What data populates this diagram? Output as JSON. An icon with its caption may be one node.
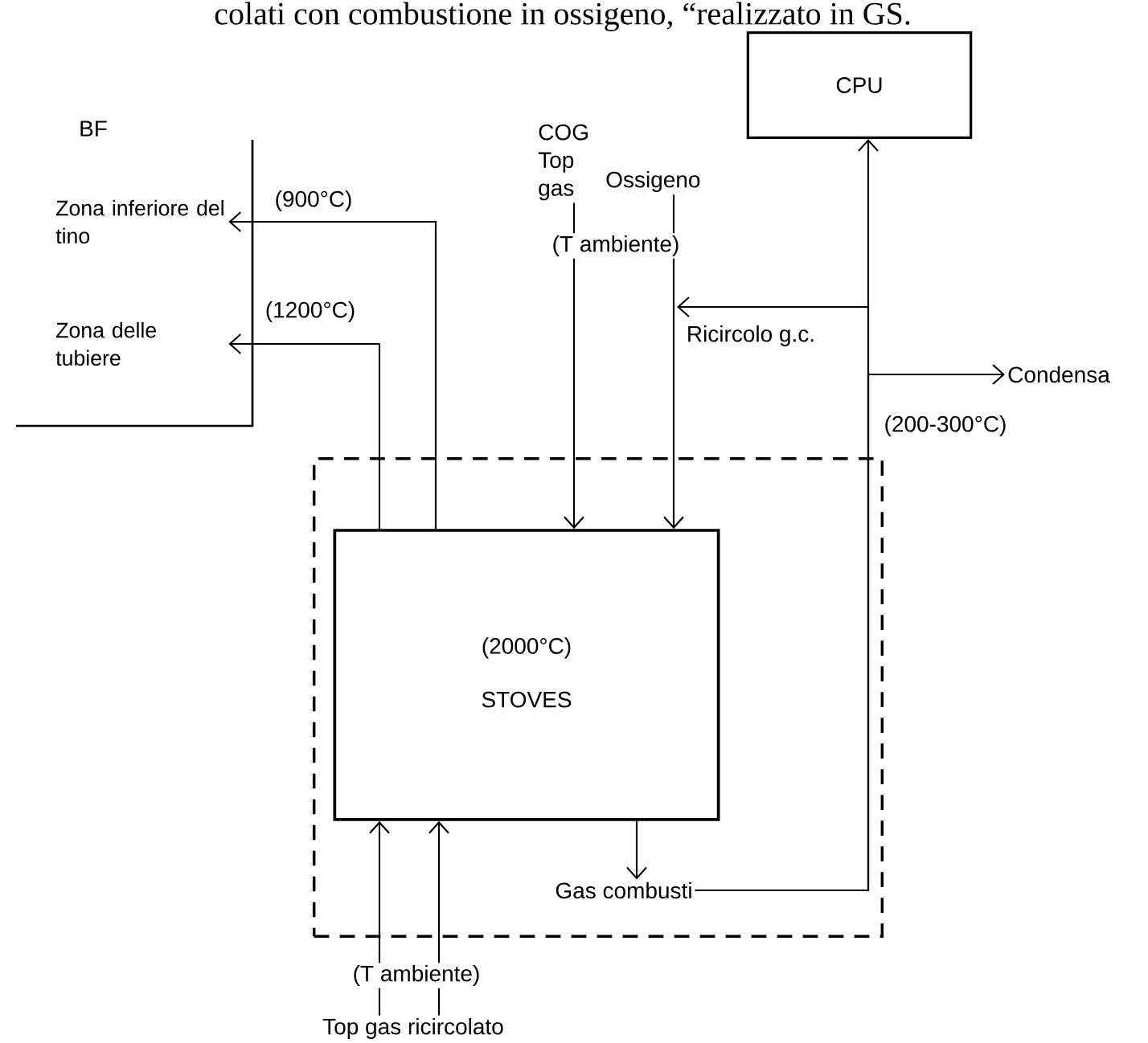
{
  "diagram": {
    "title": "colati con combustione in ossigeno, “realizzato in GS.",
    "nodes": [
      {
        "text": [
          "CPU"
        ]
      },
      {
        "text": [],
        "shape": "box"
      },
      {
        "text": [
          "(2000°C)",
          "STOVES"
        ],
        "in": 1
      },
      {
        "text": [
          "Zona inferiore del tino"
        ]
      },
      {
        "text": [
          "Zona delle tubiere"
        ]
      },
      {
        "text": [
          "COG Top gas"
        ]
      },
      {
        "text": [
          "Ossigeno"
        ]
      },
      {
        "text": [
          "Gas combusti"
        ],
        "in": 1
      },
      {
        "text": [
          "Condensa"
        ]
      },
      {
        "text": [
          "Top gas ricircolato"
        ]
      }
    ],
    "edges": [
      {
        "from": 2,
        "to": 3,
        "arrow": "to",
        "label": "(900°C)"
      },
      {
        "from": 2,
        "to": 4,
        "arrow": "to",
        "label": "(1200°C)"
      },
      {
        "from": 5,
        "to": 2,
        "arrow": "to"
      },
      {
        "from": 6,
        "to": 2,
        "arrow": "to"
      },
      {
        "from": 2,
        "to": 7,
        "arrow": "to"
      },
      {
        "from": 7,
        "to": 0,
        "arrow": "to",
        "label": "(200-300°C)"
      },
      {
        "from": 7,
        "to": null,
        "arrow": "to",
        "label": "Ricircolo g.c."
      },
      {
        "from": 7,
        "to": 8,
        "arrow": "to"
      },
      {
        "from": 9,
        "to": 2,
        "arrow": "to"
      },
      {
        "from": 9,
        "to": 2,
        "arrow": "to"
      }
    ],
    "labels": [
      "BF",
      "(T ambiente)",
      "(T ambiente)"
    ]
  }
}
